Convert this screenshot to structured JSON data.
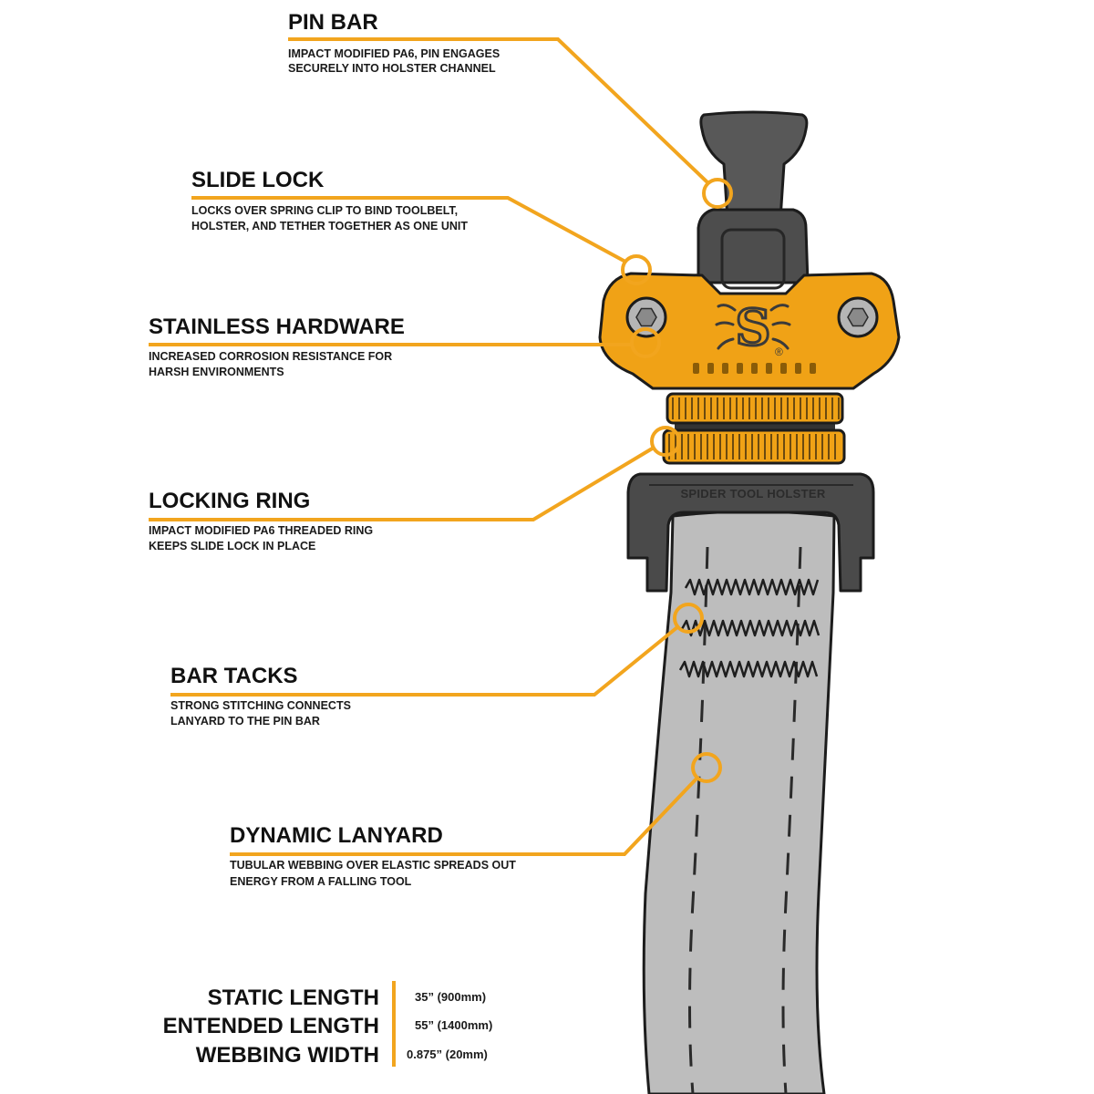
{
  "callouts": [
    {
      "title": "PIN BAR",
      "desc": [
        "IMPACT MODIFIED PA6, PIN ENGAGES",
        "SECURELY INTO HOLSTER CHANNEL"
      ]
    },
    {
      "title": "SLIDE LOCK",
      "desc": [
        "LOCKS OVER SPRING CLIP TO BIND TOOLBELT,",
        "HOLSTER, AND TETHER TOGETHER AS ONE UNIT"
      ]
    },
    {
      "title": "STAINLESS HARDWARE",
      "desc": [
        "INCREASED CORROSION RESISTANCE FOR",
        "HARSH ENVIRONMENTS"
      ]
    },
    {
      "title": "LOCKING RING",
      "desc": [
        "IMPACT MODIFIED PA6 THREADED RING",
        "KEEPS SLIDE LOCK IN PLACE"
      ]
    },
    {
      "title": "BAR TACKS",
      "desc": [
        "STRONG STITCHING CONNECTS",
        "LANYARD TO THE PIN BAR"
      ]
    },
    {
      "title": "DYNAMIC LANYARD",
      "desc": [
        "TUBULAR WEBBING OVER ELASTIC SPREADS OUT",
        "ENERGY FROM A FALLING TOOL"
      ]
    }
  ],
  "specs": [
    {
      "label": "STATIC LENGTH",
      "value": "35” (900mm)"
    },
    {
      "label": "ENTENDED LENGTH",
      "value": "55” (1400mm)"
    },
    {
      "label": "WEBBING WIDTH",
      "value": "0.875” (20mm)"
    }
  ],
  "product": {
    "holster_text": "SPIDER TOOL HOLSTER",
    "logo": "S",
    "registered": "®"
  },
  "colors": {
    "accent": "#F2A51E",
    "hardware_orange": "#F0A216",
    "body_dark": "#4D4D4D",
    "webbing": "#BDBDBD"
  }
}
